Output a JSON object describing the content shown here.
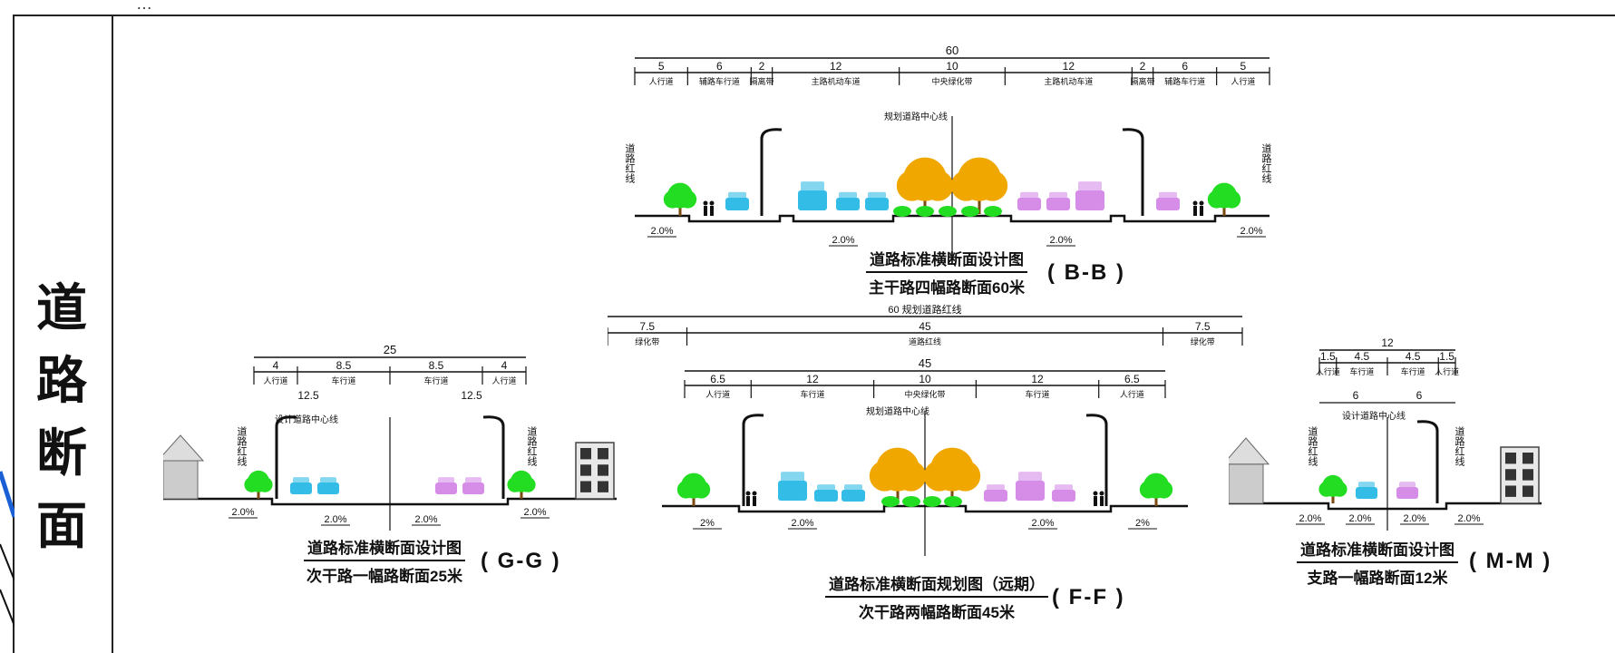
{
  "header": {
    "text": "…"
  },
  "section_title": [
    "道",
    "路",
    "断",
    "面"
  ],
  "colors": {
    "tree_gold": "#f0a800",
    "tree_green": "#22dd22",
    "car_blue": "#33bde6",
    "car_pink": "#d58de8",
    "line": "#111111"
  },
  "sections": {
    "bb": {
      "total": "60",
      "dims": [
        "5",
        "6",
        "2",
        "12",
        "10",
        "12",
        "2",
        "6",
        "5"
      ],
      "lanes": [
        "人行道",
        "辅路车行道",
        "隔离带",
        "主路机动车道",
        "中央绿化带",
        "主路机动车道",
        "隔离带",
        "辅路车行道",
        "人行道"
      ],
      "center": "规划道路中心线",
      "side_left": "道路红线",
      "side_right": "道路红线",
      "slopes": [
        "2.0%",
        "2.0%",
        "2.0%",
        "2.0%"
      ],
      "caption1": "道路标准横断面设计图",
      "caption2": "主干路四幅路断面60米",
      "code": "( B-B )"
    },
    "gg": {
      "total": "25",
      "dims": [
        "4",
        "8.5",
        "8.5",
        "4"
      ],
      "lanes": [
        "人行道",
        "车行道",
        "车行道",
        "人行道"
      ],
      "half": [
        "12.5",
        "12.5"
      ],
      "center": "设计道路中心线",
      "side_left": "道路红线",
      "side_right": "道路红线",
      "slopes": [
        "2.0%",
        "2.0%",
        "2.0%",
        "2.0%"
      ],
      "caption1": "道路标准横断面设计图",
      "caption2": "次干路一幅路断面25米",
      "code": "( G-G )"
    },
    "ff": {
      "outer_total": "60 规划道路红线",
      "outer_dims": [
        "7.5",
        "45",
        "7.5"
      ],
      "outer_lanes": [
        "绿化带",
        "道路红线",
        "绿化带"
      ],
      "total": "45",
      "dims": [
        "6.5",
        "12",
        "10",
        "12",
        "6.5"
      ],
      "lanes": [
        "人行道",
        "车行道",
        "中央绿化带",
        "车行道",
        "人行道"
      ],
      "center": "规划道路中心线",
      "slopes": [
        "2%",
        "2.0%",
        "2.0%",
        "2%"
      ],
      "caption1": "道路标准横断面规划图（远期）",
      "caption2": "次干路两幅路断面45米",
      "code": "( F-F )"
    },
    "mm": {
      "total": "12",
      "dims": [
        "1.5",
        "4.5",
        "4.5",
        "1.5"
      ],
      "lanes": [
        "人行道",
        "车行道",
        "车行道",
        "人行道"
      ],
      "half": [
        "6",
        "6"
      ],
      "center": "设计道路中心线",
      "side_left": "道路红线",
      "side_right": "道路红线",
      "slopes": [
        "2.0%",
        "2.0%",
        "2.0%",
        "2.0%"
      ],
      "caption1": "道路标准横断面设计图",
      "caption2": "支路一幅路断面12米",
      "code": "( M-M )"
    }
  }
}
